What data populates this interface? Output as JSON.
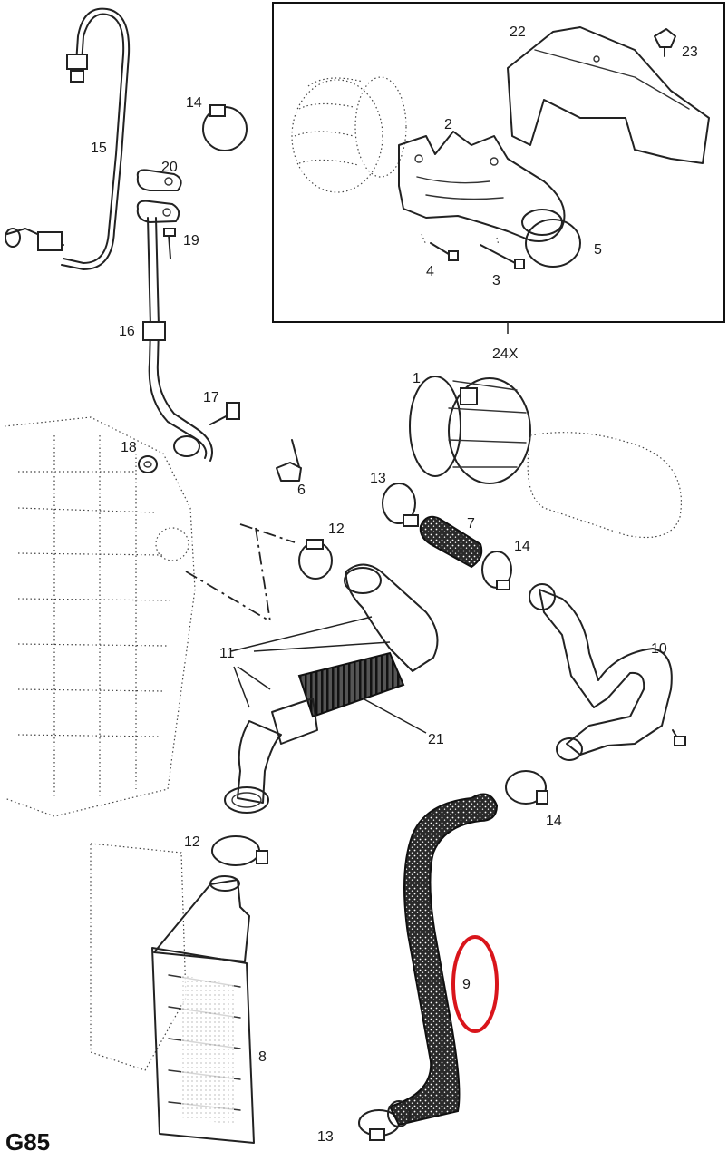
{
  "diagram": {
    "code": "G85",
    "inset_label": "24X",
    "highlight_color": "#d9151b",
    "highlighted_part": "9",
    "callouts": [
      {
        "id": "c1",
        "text": "1"
      },
      {
        "id": "c2",
        "text": "2"
      },
      {
        "id": "c3",
        "text": "3"
      },
      {
        "id": "c4",
        "text": "4"
      },
      {
        "id": "c5",
        "text": "5"
      },
      {
        "id": "c6",
        "text": "6"
      },
      {
        "id": "c7",
        "text": "7"
      },
      {
        "id": "c8",
        "text": "8"
      },
      {
        "id": "c9",
        "text": "9"
      },
      {
        "id": "c10",
        "text": "10"
      },
      {
        "id": "c11",
        "text": "11"
      },
      {
        "id": "c12a",
        "text": "12"
      },
      {
        "id": "c12b",
        "text": "12"
      },
      {
        "id": "c13a",
        "text": "13"
      },
      {
        "id": "c13b",
        "text": "13"
      },
      {
        "id": "c14a",
        "text": "14"
      },
      {
        "id": "c14b",
        "text": "14"
      },
      {
        "id": "c14c",
        "text": "14"
      },
      {
        "id": "c15",
        "text": "15"
      },
      {
        "id": "c16",
        "text": "16"
      },
      {
        "id": "c17",
        "text": "17"
      },
      {
        "id": "c18",
        "text": "18"
      },
      {
        "id": "c19",
        "text": "19"
      },
      {
        "id": "c20",
        "text": "20"
      },
      {
        "id": "c21",
        "text": "21"
      },
      {
        "id": "c22",
        "text": "22"
      },
      {
        "id": "c23",
        "text": "23"
      }
    ]
  }
}
